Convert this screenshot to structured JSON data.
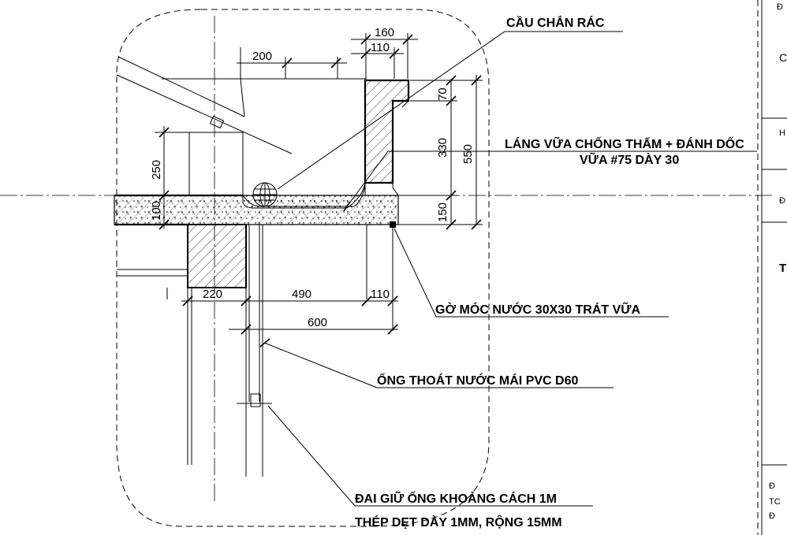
{
  "labels": {
    "trash_guard": "CẦU CHẮN RÁC",
    "waterproof_line1": "LÁNG VỮA CHỐNG THẤM + ĐÁNH DỐC",
    "waterproof_line2": "VỮA #75 DÀY 30",
    "drip_edge": "GỜ MÓC NƯỚC 30X30 TRÁT VỮA",
    "drain_pipe": "ỐNG THOÁT NƯỚC MÁI PVC D60",
    "clamp_line1": "ĐAI GIỮ ỐNG KHOẢNG CÁCH 1M",
    "clamp_line2": "THÉP DẸT DÀY 1MM, RỘNG 15MM"
  },
  "dimensions": {
    "d160": "160",
    "d110_top": "110",
    "d200": "200",
    "d70": "70",
    "d330": "330",
    "d550": "550",
    "d150": "150",
    "d250": "250",
    "d100": "100",
    "d220": "220",
    "d490": "490",
    "d110_bottom": "110",
    "d600": "600"
  },
  "title_block_fragments": [
    "Đ",
    "C",
    "H",
    "Đ",
    "T",
    "Đ",
    "TC",
    "Đ"
  ]
}
